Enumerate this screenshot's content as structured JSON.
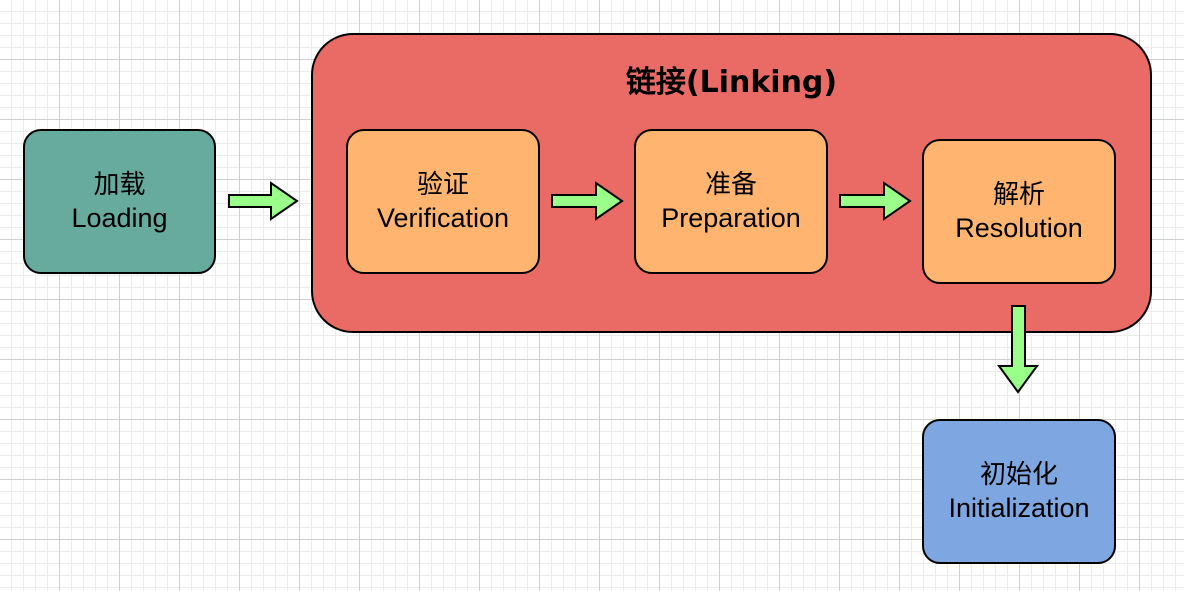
{
  "linking": {
    "title": "链接(Linking)"
  },
  "stages": {
    "loading": {
      "zh": "加载",
      "en": "Loading"
    },
    "verification": {
      "zh": "验证",
      "en": "Verification"
    },
    "preparation": {
      "zh": "准备",
      "en": "Preparation"
    },
    "resolution": {
      "zh": "解析",
      "en": "Resolution"
    },
    "initialization": {
      "zh": "初始化",
      "en": "Initialization"
    }
  },
  "colors": {
    "loading": "#67ab9f",
    "linking": "#ea6b66",
    "linking_stage": "#ffb570",
    "initialization": "#7ea6e0",
    "arrow": "#99ff88"
  }
}
